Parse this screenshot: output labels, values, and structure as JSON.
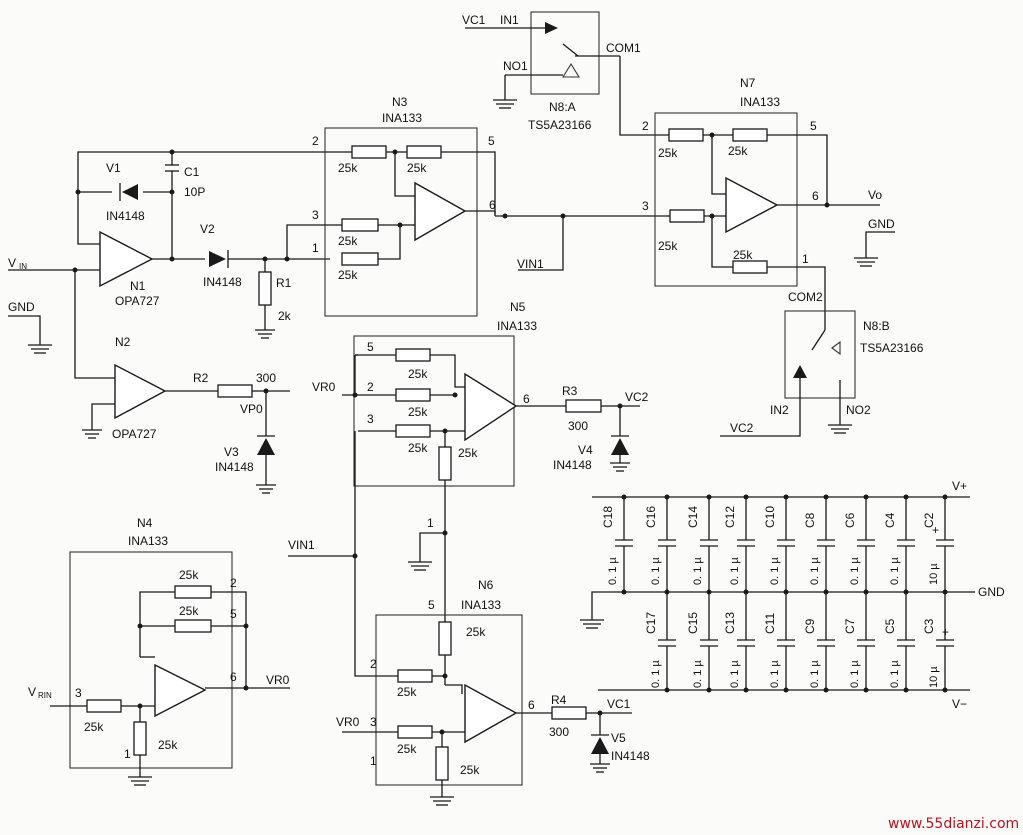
{
  "labels": {
    "vin": "V",
    "vin_sub": "IN",
    "gnd": "GND",
    "v1": "V1",
    "c1": "C1",
    "c1_val": "10P",
    "v1_part": "IN4148",
    "v2": "V2",
    "v2_part": "IN4148",
    "r1": "R1",
    "r1_val": "2k",
    "n1": "N1",
    "n1_part": "OPA727",
    "n2": "N2",
    "n2_part": "OPA727",
    "r2": "R2",
    "r2_val": "300",
    "vp0": "VP0",
    "v3": "V3",
    "v3_part": "IN4148",
    "n3": "N3",
    "n3_part": "INA133",
    "k25": "25k",
    "p1": "1",
    "p2": "2",
    "p3": "3",
    "p5": "5",
    "p6": "6",
    "vin1": "VIN1",
    "vc1": "VC1",
    "in1": "IN1",
    "no1": "NO1",
    "com1": "COM1",
    "n8a": "N8:A",
    "ts": "TS5A23166",
    "n7": "N7",
    "n7_part": "INA133",
    "vo": "Vo",
    "com2": "COM2",
    "n8b": "N8:B",
    "in2": "IN2",
    "no2": "NO2",
    "vc2": "VC2",
    "n5": "N5",
    "n5_part": "INA133",
    "vro": "VR0",
    "r3": "R3",
    "r3_val": "300",
    "v4": "V4",
    "v4_part": "IN4148",
    "n4": "N4",
    "n4_part": "INA133",
    "vrin": "V",
    "vrin_sub": "RIN",
    "vro_out": "VR0",
    "n6": "N6",
    "n6_part": "INA133",
    "r4": "R4",
    "r4_val": "300",
    "v5": "V5",
    "v5_part": "IN4148",
    "vplus": "V+",
    "vminus": "V−",
    "cap_small": "0. 1 µ",
    "cap_big": "10 µ"
  },
  "caps_top": [
    "C18",
    "C16",
    "C14",
    "C12",
    "C10",
    "C8",
    "C6",
    "C4",
    "C2"
  ],
  "caps_bottom": [
    "C17",
    "C15",
    "C13",
    "C11",
    "C9",
    "C7",
    "C5",
    "C3"
  ],
  "watermark": "www.55dianzi.com"
}
